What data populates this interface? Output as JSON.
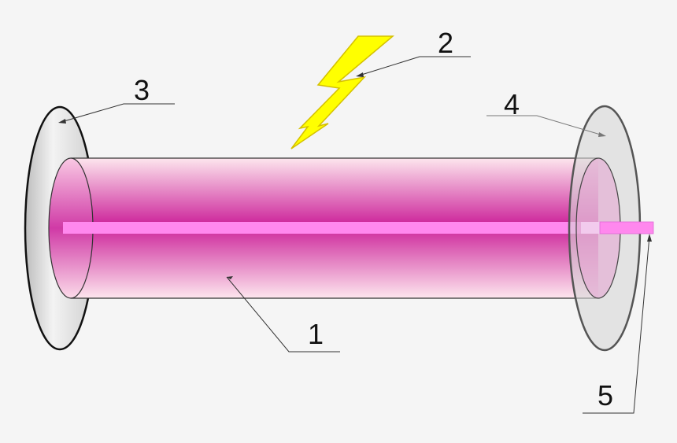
{
  "labels": {
    "gain_medium": "1",
    "energy_pump": "2",
    "high_reflector": "3",
    "output_coupler": "4",
    "laser_beam": "5"
  },
  "colors": {
    "background": "#f5f5f5",
    "tube_core": "#cc2299",
    "tube_edge": "#fde6ee",
    "beam": "#ff88ee",
    "bolt": "#ffff00",
    "bolt_outline": "#d4c000",
    "mirror_fill": "#d9d9d9",
    "mirror_edge": "#111111",
    "coupler_edge": "#555555"
  },
  "icons": {
    "energy_pump": "lightning-bolt-icon"
  }
}
